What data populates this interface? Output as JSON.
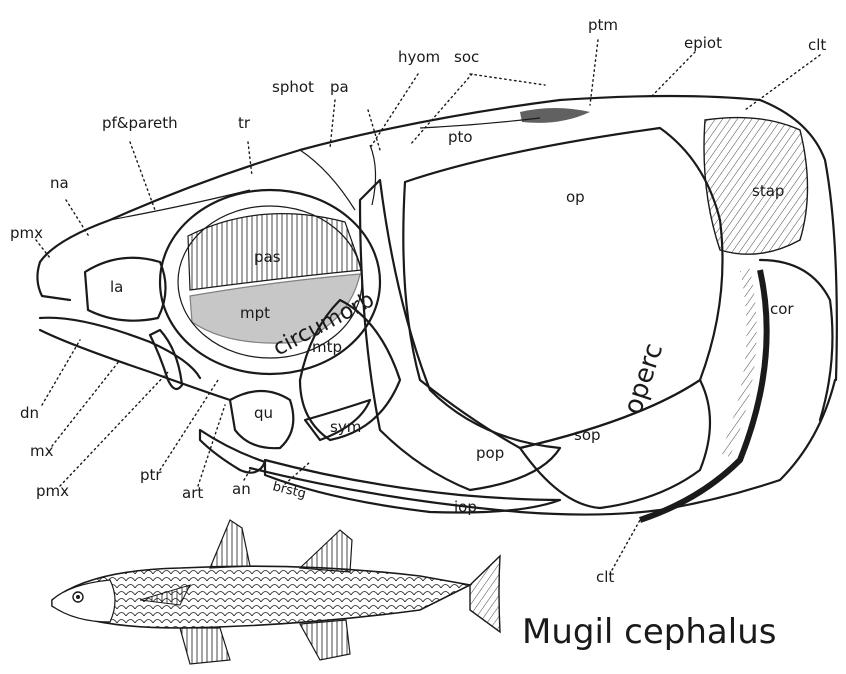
{
  "labels": {
    "ptm": "ptm",
    "epiot": "epiot",
    "clt_top": "clt",
    "hyom": "hyom",
    "soc": "soc",
    "sphot": "sphot",
    "pa": "pa",
    "pfpareth": "pf&pareth",
    "tr": "tr",
    "pto": "pto",
    "na": "na",
    "pmx_top": "pmx",
    "la": "la",
    "pas": "pas",
    "mpt": "mpt",
    "circumorb": "circumorb",
    "op": "op",
    "stap": "stap",
    "operc": "operc",
    "cor": "cor",
    "mtp": "mtp",
    "qu": "qu",
    "sym": "sym",
    "pop": "pop",
    "sop": "sop",
    "dn": "dn",
    "mx": "mx",
    "pmx_bottom": "pmx",
    "ptr": "ptr",
    "art": "art",
    "an": "an",
    "brstg": "brstg",
    "iop": "iop",
    "clt_bottom": "clt"
  },
  "caption": "Mugil cephalus"
}
